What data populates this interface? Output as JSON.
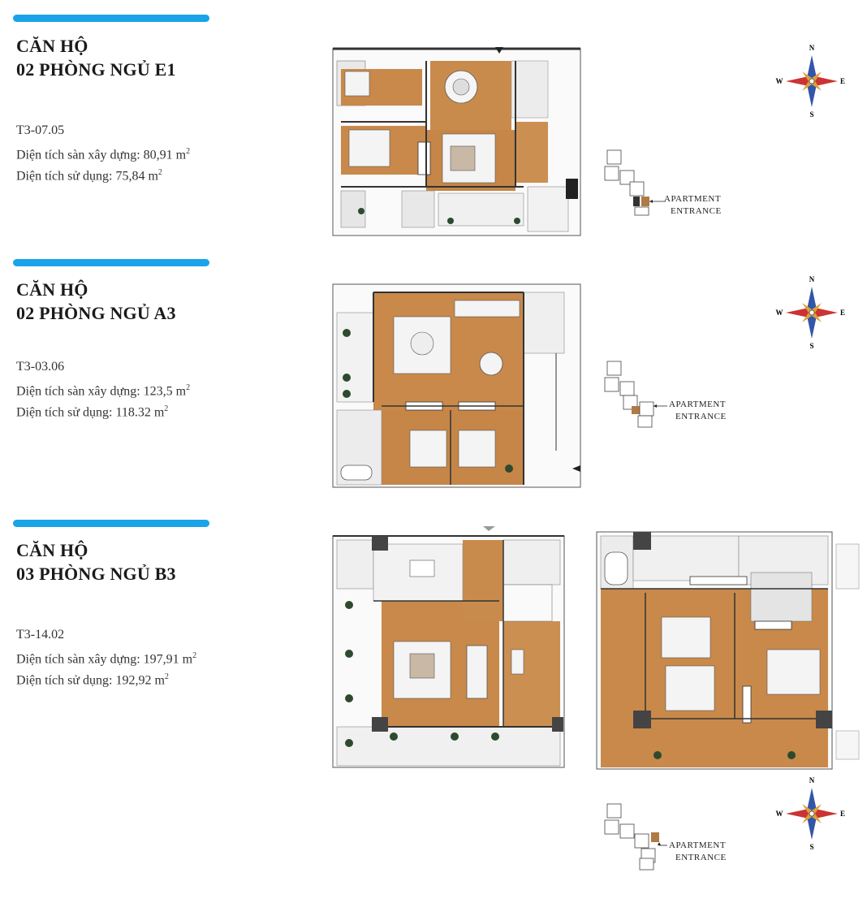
{
  "units": [
    {
      "id": "e1",
      "title_line1": "CĂN HỘ",
      "title_line2": "02 PHÒNG NGỦ E1",
      "code": "T3-07.05",
      "built_area_label": "Diện tích sàn xây dựng: 80,91 m",
      "usable_area_label": "Diện tích sử dụng: 75,84 m"
    },
    {
      "id": "a3",
      "title_line1": "CĂN HỘ",
      "title_line2": "02 PHÒNG NGỦ A3",
      "code": "T3-03.06",
      "built_area_label": "Diện tích sàn xây dựng: 123,5 m",
      "usable_area_label": "Diện tích sử dụng: 118.32 m"
    },
    {
      "id": "b3",
      "title_line1": "CĂN HỘ",
      "title_line2": "03 PHÒNG NGỦ B3",
      "code": "T3-14.02",
      "built_area_label": "Diện tích sàn xây dựng: 197,91 m",
      "usable_area_label": "Diện tích sử dụng: 192,92 m"
    }
  ],
  "unit_superscript": "2",
  "compass": {
    "n": "N",
    "s": "S",
    "e": "E",
    "w": "W"
  },
  "entrance_label_line1": "APARTMENT",
  "entrance_label_line2": "ENTRANCE",
  "colors": {
    "accent_bar": "#1aa3e8",
    "floor_wood": "#c8894a",
    "wall": "#3a3a3a",
    "highlight_unit": "#b07a45"
  }
}
